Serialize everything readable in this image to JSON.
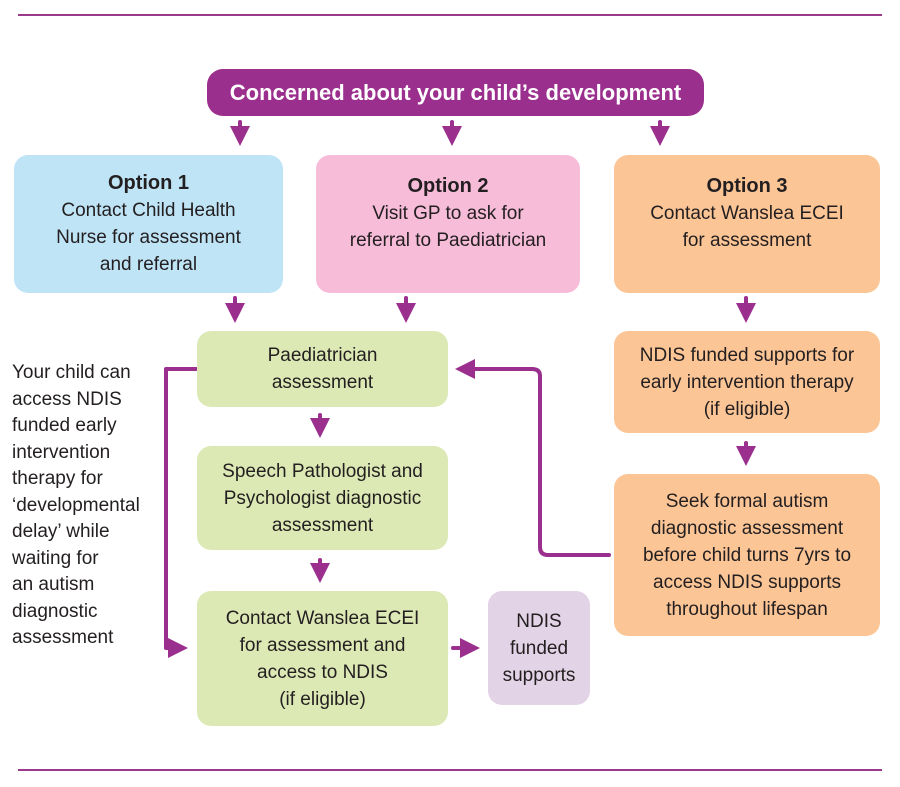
{
  "header": {
    "title": "Concerned about your child’s development"
  },
  "options": [
    {
      "heading": "Option 1",
      "lines": [
        "Contact Child Health",
        "Nurse for assessment",
        "and referral"
      ]
    },
    {
      "heading": "Option 2",
      "lines": [
        "Visit GP to ask for",
        "referral to Paediatrician"
      ]
    },
    {
      "heading": "Option 3",
      "lines": [
        "Contact Wanslea ECEI",
        "for assessment"
      ]
    }
  ],
  "steps": {
    "paediatrician": [
      "Paediatrician",
      "assessment"
    ],
    "speech": [
      "Speech Pathologist and",
      "Psychologist diagnostic",
      "assessment"
    ],
    "contact_ecei": [
      "Contact Wanslea ECEI",
      "for assessment and",
      "access to NDIS",
      "(if eligible)"
    ],
    "ndis_funded": [
      "NDIS",
      "funded",
      "supports"
    ],
    "ndis_supports_eligible": [
      "NDIS funded supports for",
      "early intervention therapy",
      "(if eligible)"
    ],
    "seek_formal": [
      "Seek formal autism",
      "diagnostic assessment",
      "before child turns 7yrs to",
      "access NDIS supports",
      "throughout lifespan"
    ]
  },
  "side_note": [
    "Your child can",
    "access NDIS",
    "funded early",
    "intervention",
    "therapy for",
    "‘developmental",
    "delay’ while",
    "waiting for",
    "an autism",
    "diagnostic",
    "assessment"
  ],
  "colors": {
    "accent": "#9b2f8d",
    "blue": "#bfe4f6",
    "pink": "#f6bcd8",
    "orange": "#fcc596",
    "green": "#dde9b5",
    "lilac": "#e3d3e6"
  }
}
